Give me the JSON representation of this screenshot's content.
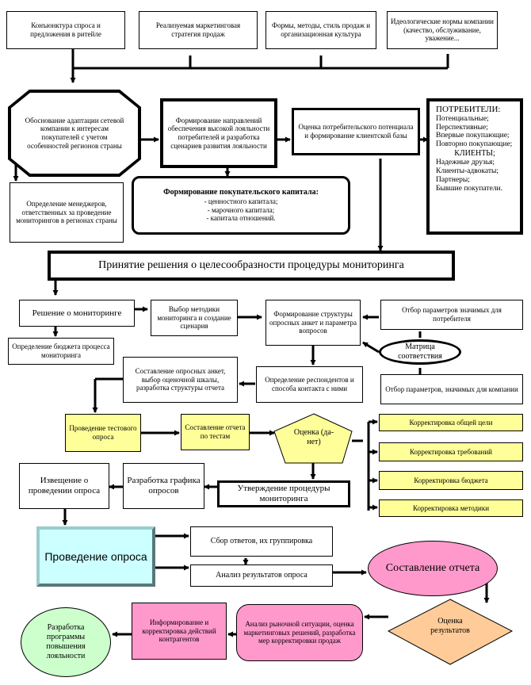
{
  "top_boxes": {
    "market": "Конъюнктура спроса и предложения в ритейле",
    "strategy": "Реализуемая маркетинговая стратегия продаж",
    "forms": "Формы, методы, стиль продаж и организационная культура",
    "ideology": "Идеологические нормы компании (качество, обслуживание, уважение..."
  },
  "adaptation": "Обоснование адаптации сетевой компании к интересам покупателей с учетом особенностей регионов страны",
  "loyalty": "Формирование направлений обеспечения высокой лояльности потребителей и разработка сценариев развития лояльности",
  "potential": "Оценка потребительского потенциала и формирование клиентской базы",
  "consumers": {
    "title": "ПОТРЕБИТЕЛИ:",
    "items": [
      "Потенциальные;",
      "Перспективные;",
      "Впервые покупающие;",
      "Повторно покупающие;"
    ],
    "clients_title": "КЛИЕНТЫ;",
    "clients": [
      "Надежные друзья;",
      "Клиенты-адвокаты;",
      "Партнеры;",
      "Бывшие покупатели."
    ]
  },
  "managers": "Определение менеджеров, ответственных за проведение мониторингов в регионах страны",
  "capital": {
    "title": "Формирование покупательского капитала:",
    "items": [
      "- ценностного капитала;",
      "- марочного капитала;",
      "- капитала отношений."
    ]
  },
  "decision": "Принятие решения о целесообразности процедуры мониторинга",
  "monitoring_decision": "Решение о мониторинге",
  "methods": "Выбор методики мониторинга и создание сценария",
  "structure": "Формирование структуры опросных анкет и параметра вопросов",
  "consumer_params": "Отбор параметров значимых для потребителя",
  "budget": "Определение бюджета процесса мониторинга",
  "matrix": "Матрица соответствия",
  "questionnaires": "Составление опросных анкет, выбор оценочной шкалы, разработка структуры отчета",
  "respondents": "Определение респондентов и способа контакта с ними",
  "company_params": "Отбор параметров, значимых для компании",
  "test_survey": "Проведение тестового опроса",
  "test_report": "Составление отчета по тестам",
  "evaluation": "Оценка (да-нет)",
  "corrections": [
    "Корректировка общей цели",
    "Корректировка требований",
    "Корректировка бюджета",
    "Корректировка методики"
  ],
  "notice": "Извещение о проведении опроса",
  "schedule": "Разработка графика опросов",
  "approval": "Утверждение процедуры мониторинга",
  "conduct": "Проведение опроса",
  "collection": "Сбор ответов, их группировка",
  "analysis": "Анализ результатов опроса",
  "report": "Составление отчета",
  "results_eval": "Оценка результатов",
  "market_analysis": "Анализ рыночной ситуации, оценка маркетинговых решений, разработка мер корректировки продаж",
  "inform": "Информирование и корректировка действий контрагентов",
  "program": "Разработка программы повышения лояльности"
}
